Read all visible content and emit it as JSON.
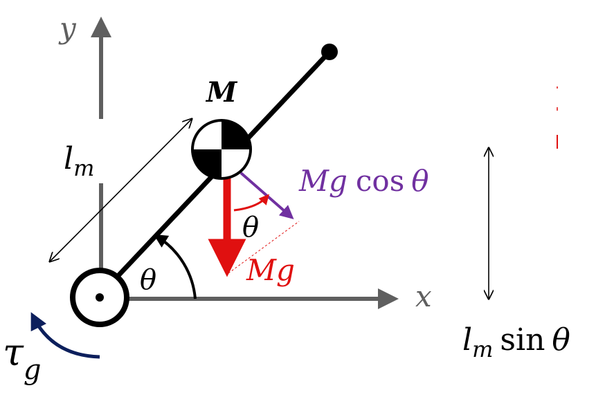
{
  "labels": {
    "y_axis": "y",
    "x_axis": "x",
    "mass": "M",
    "arm_length_base": "l",
    "arm_length_sub": "m",
    "gravity_force": "Mg",
    "normal_component_math": "Mg",
    "normal_component_func": "cos",
    "normal_component_angle": "θ",
    "angle_at_pivot": "θ",
    "angle_at_mass": "θ",
    "height_base": "l",
    "height_sub": "m",
    "height_func": "sin",
    "height_angle": "θ",
    "torque_base": "τ",
    "torque_sub": "g"
  },
  "colors": {
    "axis": "#5f5f5f",
    "rod": "#000000",
    "gravity": "#e01010",
    "component": "#7030a0",
    "torque": "#0c1f5c",
    "text": "#000000"
  },
  "icons": {
    "mass_marker": "checkered-center-of-mass-icon",
    "pivot": "pivot-circle-icon"
  }
}
